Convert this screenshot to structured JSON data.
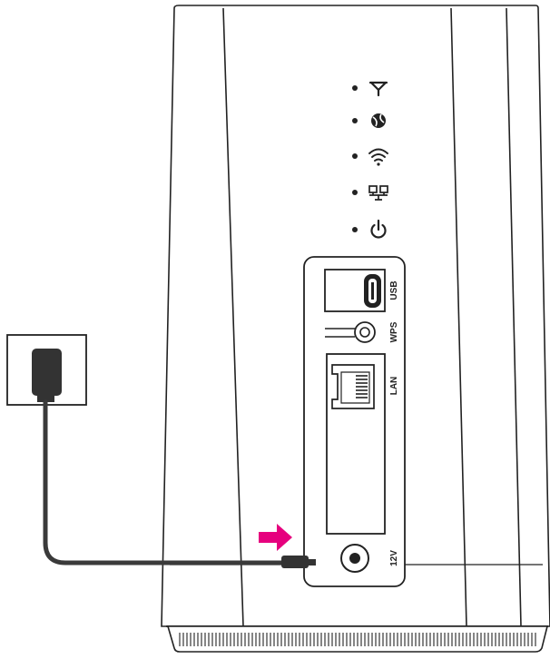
{
  "device": {
    "status_leds": [
      {
        "icon": "antenna-icon"
      },
      {
        "icon": "internet-globe-icon"
      },
      {
        "icon": "wifi-icon"
      },
      {
        "icon": "lan-network-icon"
      },
      {
        "icon": "power-icon"
      }
    ],
    "ports": {
      "usb_label": "USB",
      "wps_label": "WPS",
      "lan_label": "LAN",
      "power_label": "12V"
    }
  },
  "colors": {
    "outline": "#222222",
    "cable": "#3a3a3a",
    "arrow": "#e6007e",
    "adapter": "#333333"
  }
}
